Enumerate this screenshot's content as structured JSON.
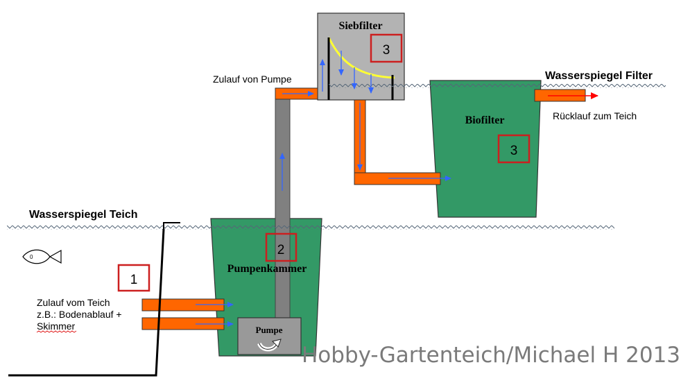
{
  "labels": {
    "siebfilter": "Siebfilter",
    "biofilter": "Biofilter",
    "pumpenkammer": "Pumpenkammer",
    "pumpe": "Pumpe",
    "zulauf_pumpe": "Zulauf von Pumpe",
    "wasserspiegel_filter": "Wasserspiegel Filter",
    "ruecklauf": "Rücklauf zum Teich",
    "wasserspiegel_teich": "Wasserspiegel Teich",
    "zulauf_teich_1": "Zulauf vom Teich",
    "zulauf_teich_2": "z.B.: Bodenablauf +",
    "zulauf_teich_3": "Skimmer",
    "fish_eye": "0"
  },
  "markers": {
    "m1": "1",
    "m2": "2",
    "m3_sieb": "3",
    "m3_bio": "3"
  },
  "watermark": "Hobby-Gartenteich/Michael H 2013",
  "colors": {
    "tank_green": "#339966",
    "pipe_orange": "#ff6600",
    "riser_gray": "#808080",
    "sieb_box": "#b3b3b3",
    "pump_box": "#999999",
    "marker_red": "#cc1f1f",
    "flow_arrow": "#3366ff",
    "sieve_yellow": "#ffff33",
    "return_arrow": "#ff0000"
  }
}
